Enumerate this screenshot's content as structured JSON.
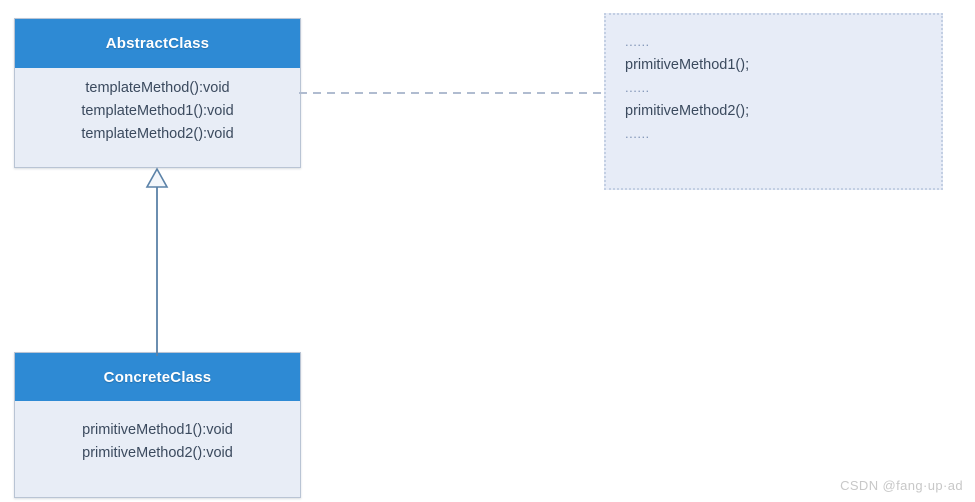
{
  "diagram": {
    "type": "uml-class-diagram",
    "title": "Template Method pattern class diagram",
    "colors": {
      "header_blue": "#2e8ad4",
      "body_fill": "#e8edf6",
      "border": "#b9c4d4",
      "text": "#3b4a5e",
      "connector": "#5b82a8",
      "note_border": "#c3cfe3",
      "watermark": "#c8c8c8"
    },
    "classes": [
      {
        "id": "abstract-class",
        "name": "AbstractClass",
        "members": [
          "templateMethod():void",
          "templateMethod1():void",
          "templateMethod2():void"
        ]
      },
      {
        "id": "concrete-class",
        "name": "ConcreteClass",
        "members": [
          "primitiveMethod1():void",
          "primitiveMethod2():void"
        ]
      }
    ],
    "note": {
      "lines": [
        "......",
        "primitiveMethod1();",
        "......",
        "primitiveMethod2();",
        "......"
      ]
    },
    "connectors": [
      {
        "id": "generalization",
        "kind": "generalization",
        "from": "ConcreteClass",
        "to": "AbstractClass",
        "style": "solid-line-hollow-triangle"
      },
      {
        "id": "dependency",
        "kind": "note-anchor",
        "from": "AbstractClass",
        "to": "note",
        "style": "dashed-line"
      }
    ]
  },
  "watermark": {
    "text": "CSDN @fang·up·ad"
  }
}
